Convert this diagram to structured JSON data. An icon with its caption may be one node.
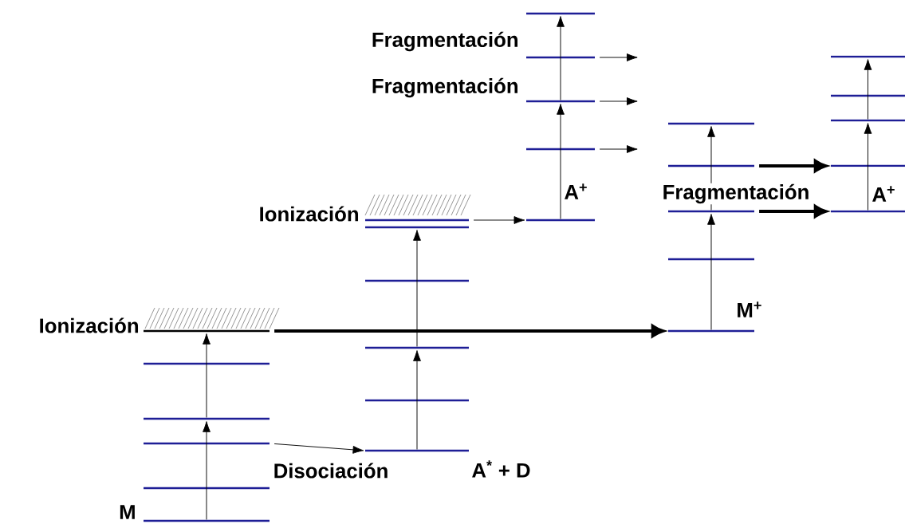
{
  "diagram": {
    "nodes": [
      {
        "text": [],
        "shape": "bar",
        "beside": [
          "M"
        ]
      },
      {
        "text": [],
        "shape": "bar"
      },
      {
        "text": [],
        "shape": "bar"
      },
      {
        "text": [],
        "shape": "bar"
      },
      {
        "text": [],
        "shape": "bar"
      },
      {
        "text": [],
        "shape": "bar",
        "beside": [
          "Ionización"
        ]
      },
      {
        "text": [],
        "shape": "bar",
        "beside": [
          "A$^{*}$ + D"
        ]
      },
      {
        "text": [],
        "shape": "bar"
      },
      {
        "text": [],
        "shape": "bar"
      },
      {
        "text": [],
        "shape": "bar"
      },
      {
        "text": [],
        "shape": "bar"
      },
      {
        "text": [],
        "shape": "bar",
        "beside": [
          "Ionización"
        ]
      },
      {
        "text": [],
        "shape": "bar",
        "beside": [
          "A$^{+}$"
        ]
      },
      {
        "text": [],
        "shape": "bar"
      },
      {
        "text": [],
        "shape": "bar"
      },
      {
        "text": [],
        "shape": "bar"
      },
      {
        "text": [],
        "shape": "bar"
      },
      {
        "text": [],
        "shape": "bar",
        "beside": [
          "M$^{+}$"
        ]
      },
      {
        "text": [],
        "shape": "bar"
      },
      {
        "text": [],
        "shape": "bar"
      },
      {
        "text": [],
        "shape": "bar"
      },
      {
        "text": [],
        "shape": "bar"
      },
      {
        "text": [],
        "shape": "bar",
        "beside": [
          "A$^{+}$"
        ]
      },
      {
        "text": [],
        "shape": "bar"
      },
      {
        "text": [],
        "shape": "bar"
      },
      {
        "text": [],
        "shape": "bar"
      },
      {
        "text": [],
        "shape": "bar"
      }
    ],
    "edges": [
      {
        "from": 2,
        "to": 6,
        "arrow": "to",
        "label": "Disociación"
      },
      {
        "from": 5,
        "to": 17,
        "arrow": "to",
        "style": "thick"
      },
      {
        "from": 11,
        "to": 12,
        "arrow": "to"
      },
      {
        "from": 13,
        "to": null,
        "arrow": "to"
      },
      {
        "from": 14,
        "to": null,
        "arrow": "to"
      },
      {
        "from": 15,
        "to": null,
        "arrow": "to"
      },
      {
        "from": 20,
        "to": 23,
        "arrow": "to",
        "style": "thick"
      },
      {
        "from": 19,
        "to": 22,
        "arrow": "to",
        "style": "thick"
      },
      {
        "from": 0,
        "to": 3,
        "arrow": "to"
      },
      {
        "from": 3,
        "to": 5,
        "arrow": "to"
      },
      {
        "from": 6,
        "to": 8,
        "arrow": "to"
      },
      {
        "from": 8,
        "to": 10,
        "arrow": "to"
      },
      {
        "from": 12,
        "to": 14,
        "arrow": "to"
      },
      {
        "from": 14,
        "to": 16,
        "arrow": "to"
      },
      {
        "from": 17,
        "to": 19,
        "arrow": "to"
      },
      {
        "from": 19,
        "to": 21,
        "arrow": "to"
      },
      {
        "from": 22,
        "to": 24,
        "arrow": "to"
      },
      {
        "from": 24,
        "to": 26,
        "arrow": "to"
      }
    ],
    "labels": [
      "Fragmentación",
      "Fragmentación",
      "Fragmentación"
    ]
  }
}
